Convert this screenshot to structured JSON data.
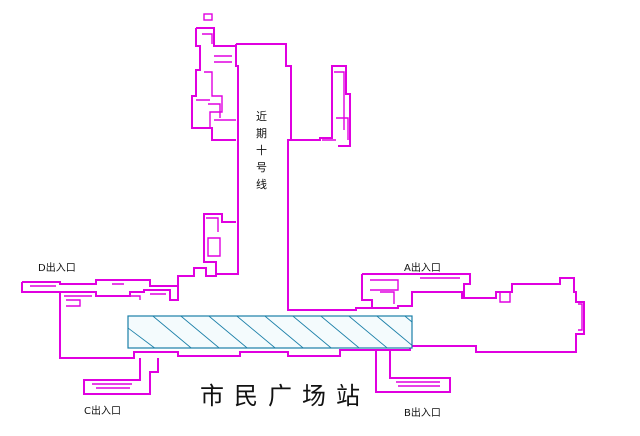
{
  "station_name": "市民广场站",
  "line_label": [
    "近",
    "期",
    "十",
    "号",
    "线"
  ],
  "exits": {
    "a": "A出入口",
    "b": "B出入口",
    "c": "C出入口",
    "d": "D出入口"
  },
  "colors": {
    "structure_outline": "#e000e0",
    "platform_hatch": "#1a7fa8",
    "text": "#111111"
  }
}
